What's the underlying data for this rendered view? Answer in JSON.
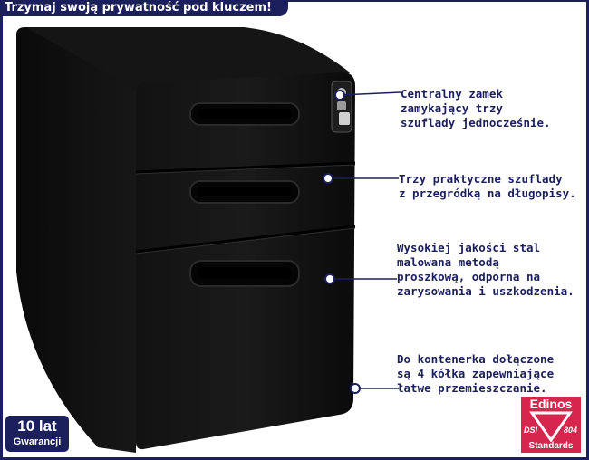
{
  "header": {
    "title": "Trzymaj swoją prywatność pod kluczem!"
  },
  "callouts": [
    {
      "lines": [
        "Centralny zamek",
        "zamykający trzy",
        "szuflady jednocześnie."
      ]
    },
    {
      "lines": [
        "Trzy praktyczne szuflady",
        "z przegródką na długopisy."
      ]
    },
    {
      "lines": [
        "Wysokiej jakości stal",
        "malowana metodą",
        "proszkową, odporna na",
        "zarysowania i uszkodzenia."
      ]
    },
    {
      "lines": [
        "Do kontenerka dołączone",
        "są 4 kółka zapewniające",
        "łatwe przemieszczanie."
      ]
    }
  ],
  "badges": {
    "warranty": {
      "years": "10 lat",
      "label": "Gwarancji"
    },
    "certification": {
      "brand": "Edinos",
      "dsi": "DSI",
      "number": "804",
      "standards": "Standards"
    }
  },
  "colors": {
    "accent": "#1b1f5c",
    "certification": "#d7264d",
    "product": "#111111"
  }
}
